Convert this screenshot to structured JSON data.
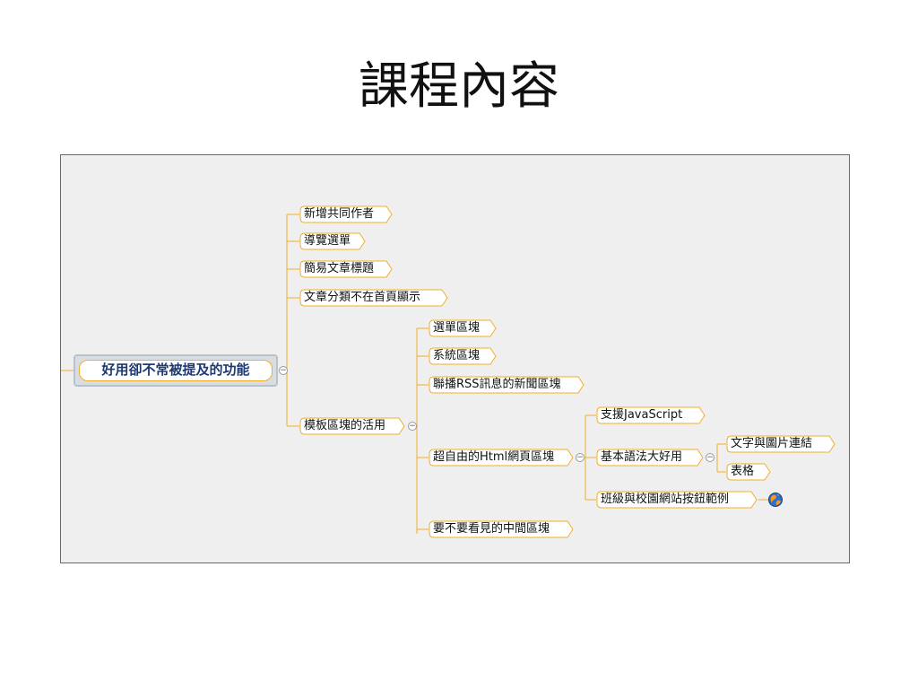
{
  "slide": {
    "title": "課程內容"
  },
  "mindmap": {
    "root": "好用卻不常被提及的功能",
    "branches": [
      "新增共同作者",
      "導覽選單",
      "簡易文章標題",
      "文章分類不在首頁顯示",
      "模板區塊的活用"
    ],
    "template_children": [
      "選單區塊",
      "系統區塊",
      "聯播RSS訊息的新聞區塊",
      "超自由的Html網頁區塊",
      "要不要看見的中間區塊"
    ],
    "html_children": [
      "支援JavaScript",
      "基本語法大好用",
      "班級與校園網站按鈕範例"
    ],
    "syntax_children": [
      "文字與圖片連結",
      "表格"
    ],
    "collapse_symbol": "−"
  },
  "colors": {
    "node_border": "#f2ae2a",
    "node_fill": "#ffffff",
    "connector": "#f2ae2a",
    "root_text": "#1d3a73",
    "panel": "#efefef"
  },
  "icons": {
    "example_link": "globe-icon"
  }
}
